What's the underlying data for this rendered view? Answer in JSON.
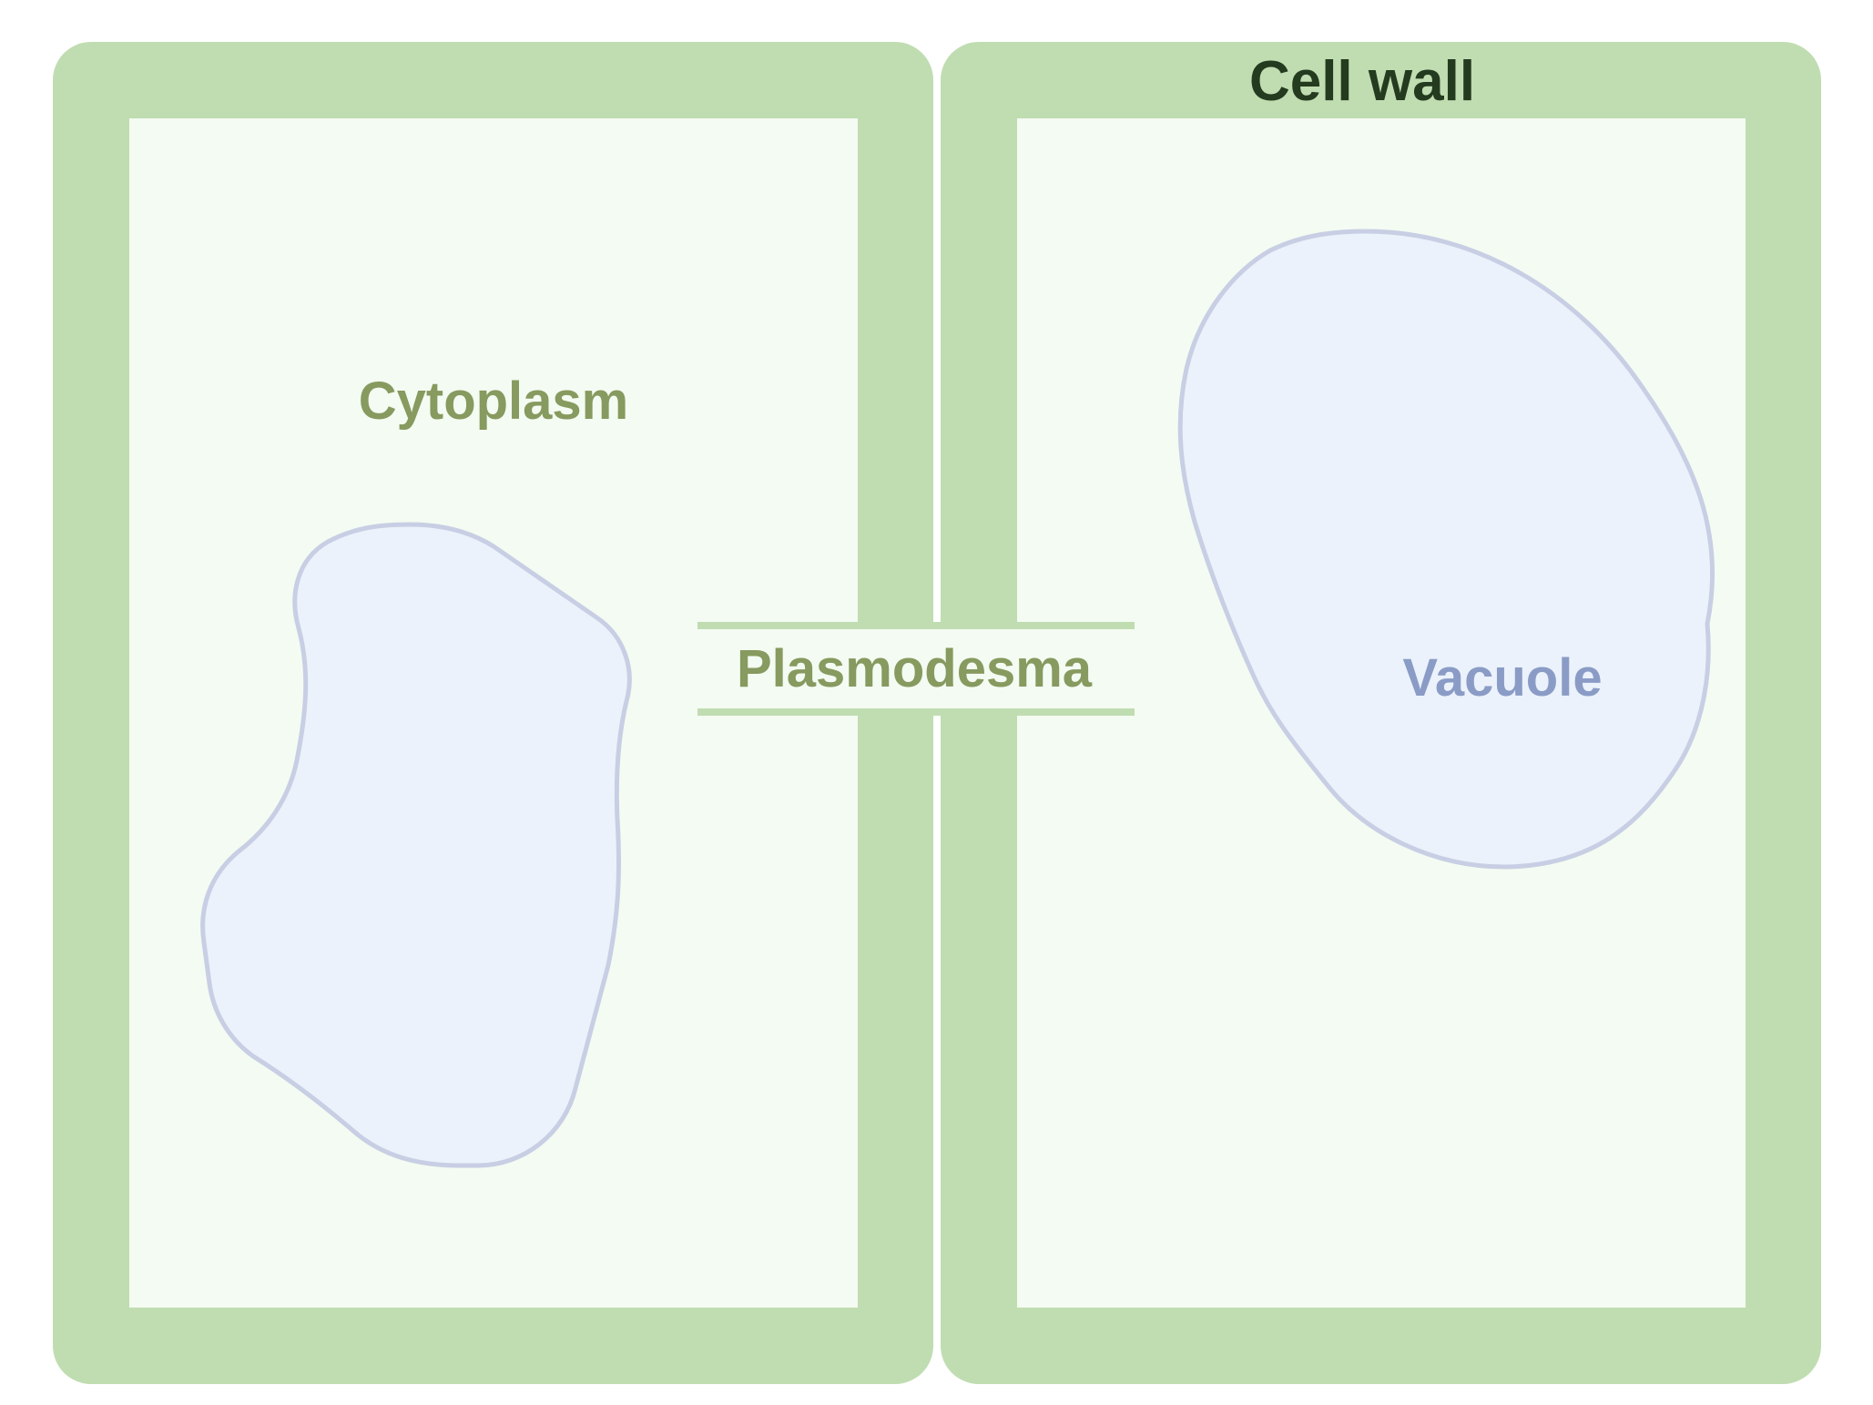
{
  "labels": {
    "cell_wall": "Cell wall",
    "cytoplasm": "Cytoplasm",
    "plasmodesma": "Plasmodesma",
    "vacuole": "Vacuole"
  },
  "colors": {
    "cell_wall_fill": "#c0ddb1",
    "cytoplasm_fill": "#f4fbf2",
    "vacuole_fill": "#ebf2fb",
    "vacuole_stroke": "#c8cfe4",
    "cell_wall_text": "#243b1f",
    "cytoplasm_text": "#879a5f",
    "vacuole_text": "#8a9cc6"
  }
}
